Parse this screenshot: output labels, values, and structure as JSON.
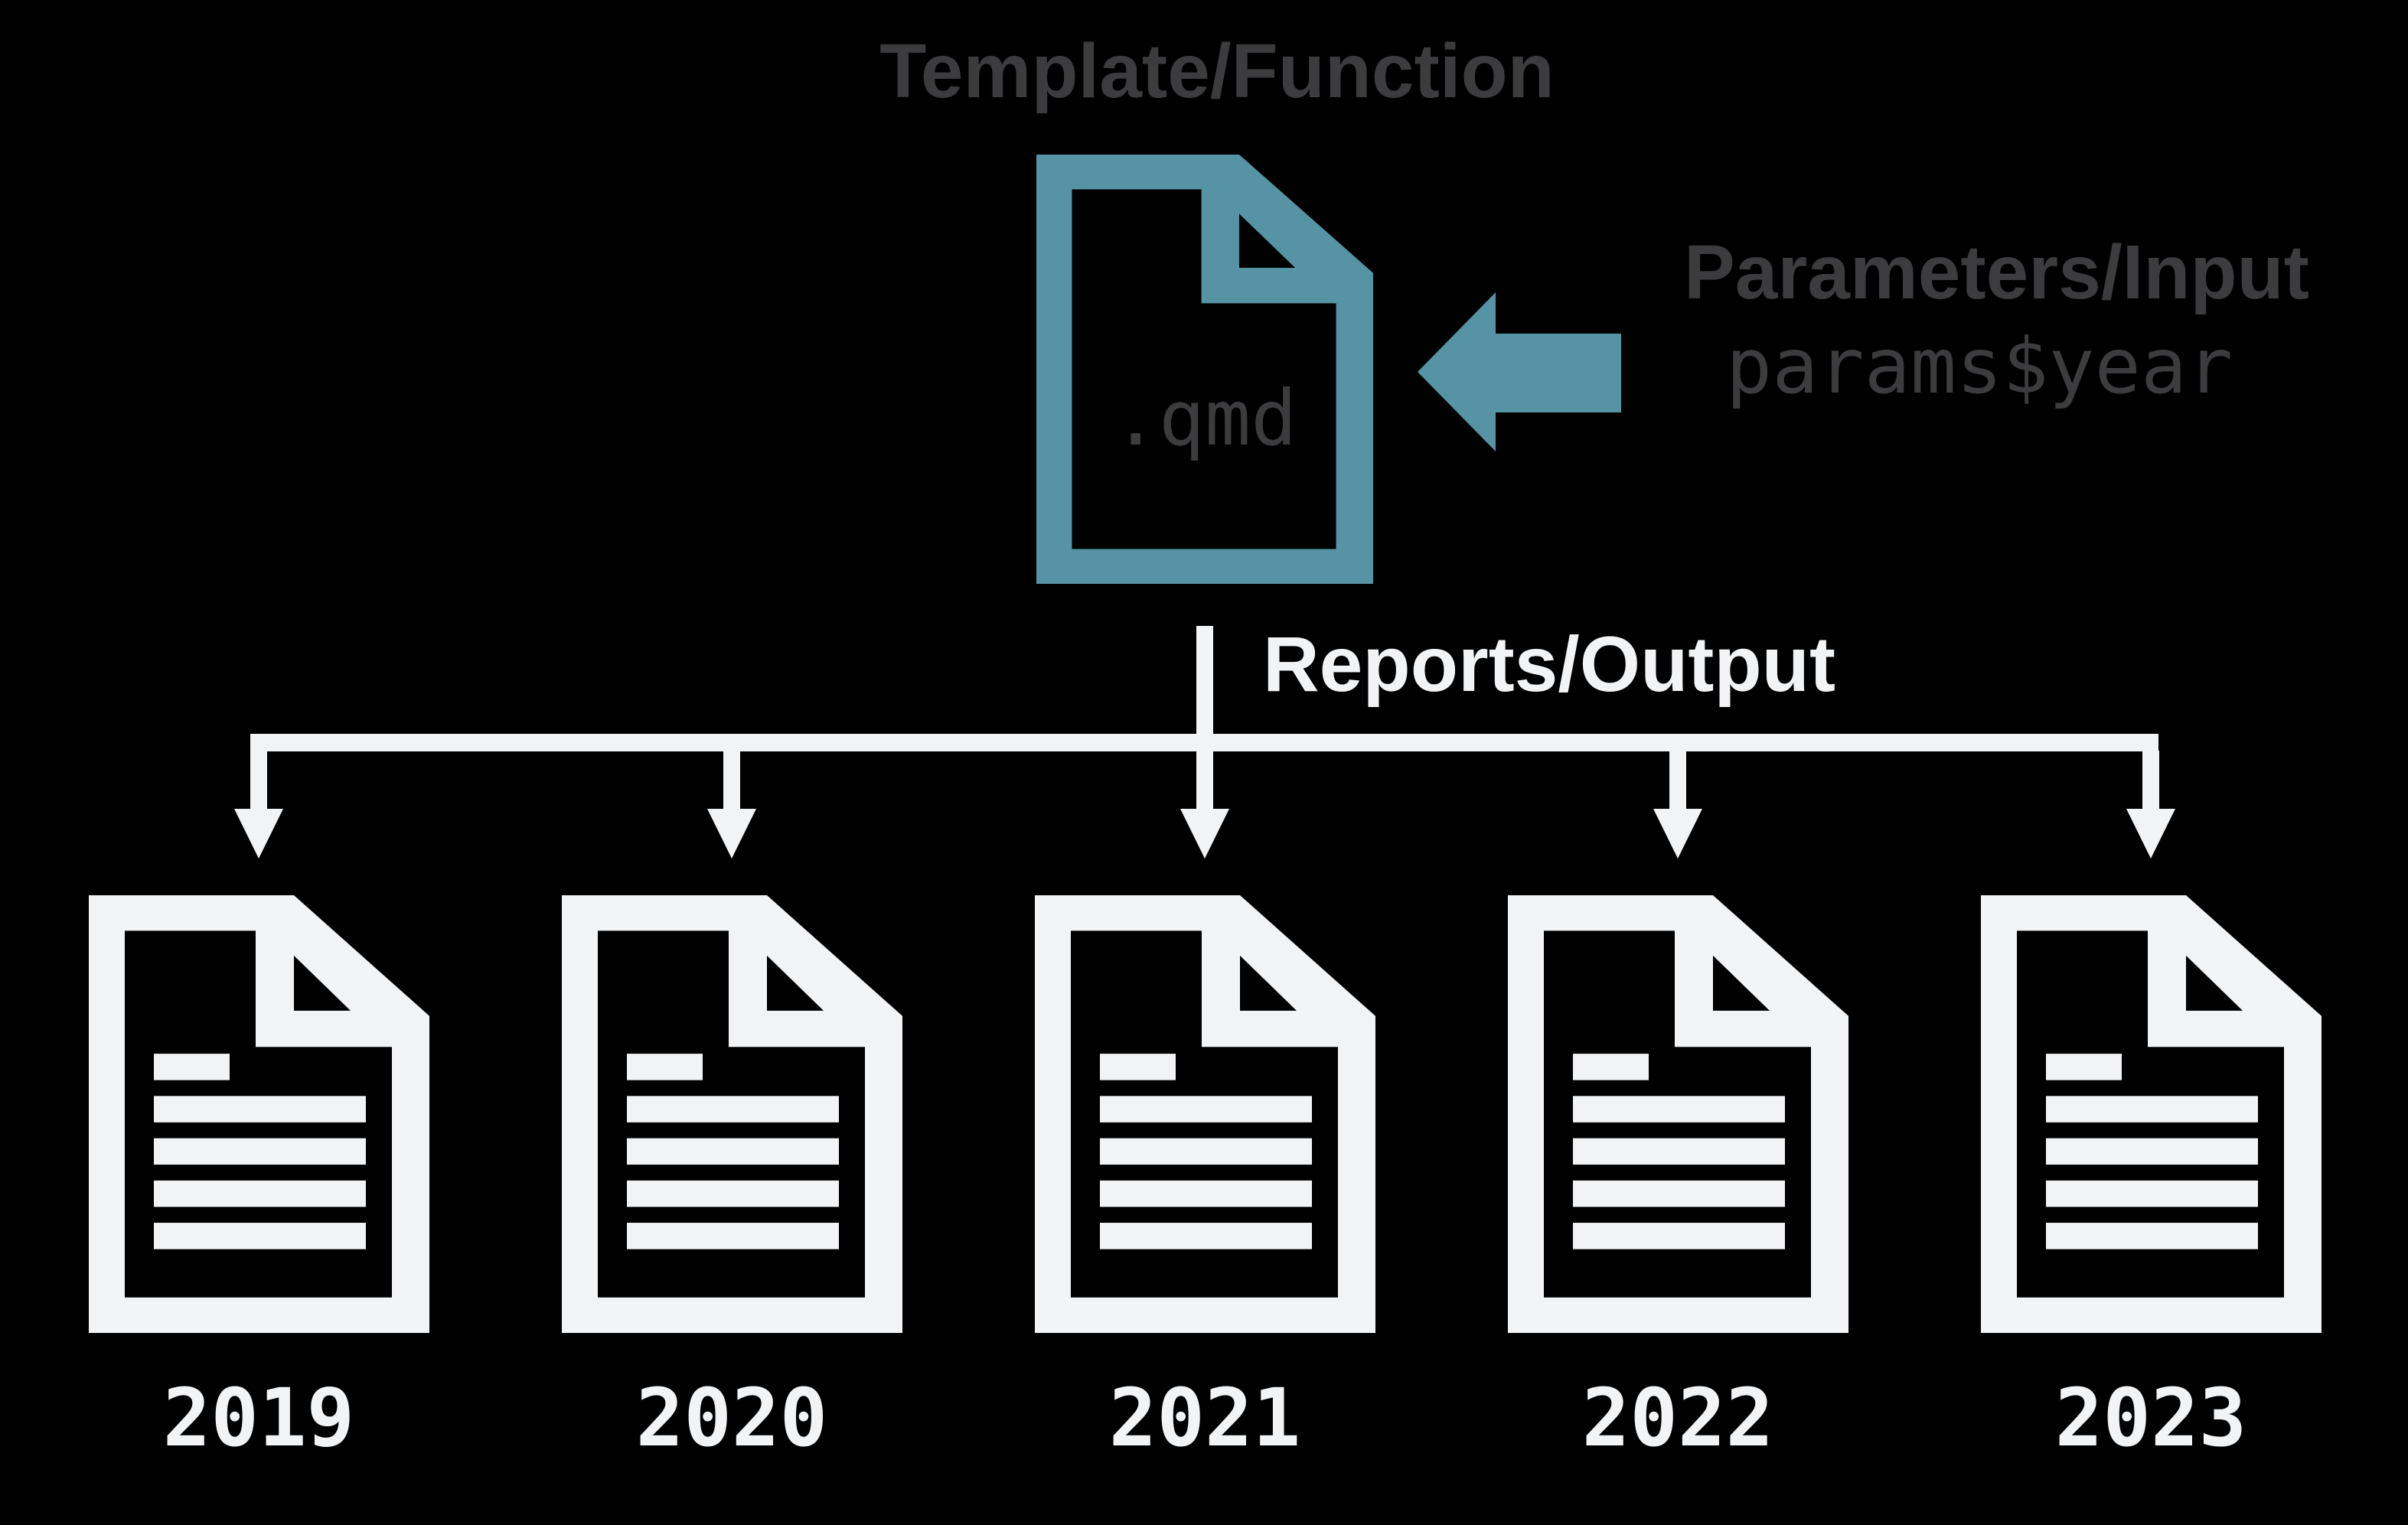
{
  "colors": {
    "background": "#000000",
    "teal": "#5694a5",
    "gray_text": "#3c3c3e",
    "white": "#f2f3f5"
  },
  "template_section": {
    "title": "Template/Function",
    "file_label": ".qmd"
  },
  "input_section": {
    "title": "Parameters/Input",
    "code": "params$year"
  },
  "output_section": {
    "title": "Reports/Output"
  },
  "reports": {
    "years": [
      "2019",
      "2020",
      "2021",
      "2022",
      "2023"
    ]
  }
}
